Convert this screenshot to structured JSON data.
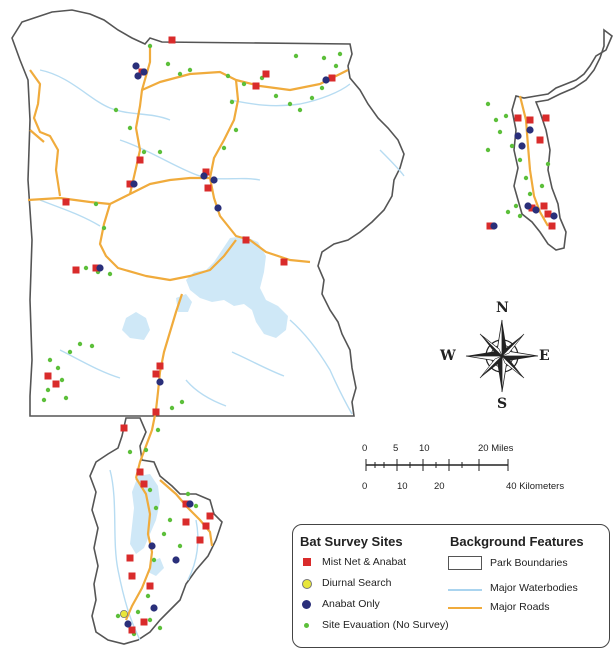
{
  "colors": {
    "boundary": "#555555",
    "water": "#cfe8f7",
    "water_line": "#aad4ef",
    "road": "#f0ab3c",
    "mist_net": "#d92b2b",
    "diurnal": "#e8e63a",
    "anabat": "#2a2f7a",
    "evaluation": "#5cbf3a"
  },
  "compass": {
    "north": "N",
    "south": "S",
    "east": "E",
    "west": "W"
  },
  "scale": {
    "miles_ticks": [
      "0",
      "5",
      "10",
      "20 Miles"
    ],
    "km_ticks": [
      "0",
      "10",
      "20",
      "40 Kilometers"
    ]
  },
  "legend": {
    "sites_title": "Bat Survey Sites",
    "background_title": "Background Features",
    "sites": [
      {
        "label": "Mist Net & Anabat",
        "symbol": "red-square"
      },
      {
        "label": "Diurnal Search",
        "symbol": "yellow-circle"
      },
      {
        "label": "Anabat Only",
        "symbol": "blue-circle"
      },
      {
        "label": "Site Evauation (No Survey)",
        "symbol": "green-dot"
      }
    ],
    "background": [
      {
        "label": "Park Boundaries",
        "symbol": "boundary-box"
      },
      {
        "label": "Major Waterbodies",
        "symbol": "water-line"
      },
      {
        "label": "Major Roads",
        "symbol": "road-line"
      }
    ]
  }
}
